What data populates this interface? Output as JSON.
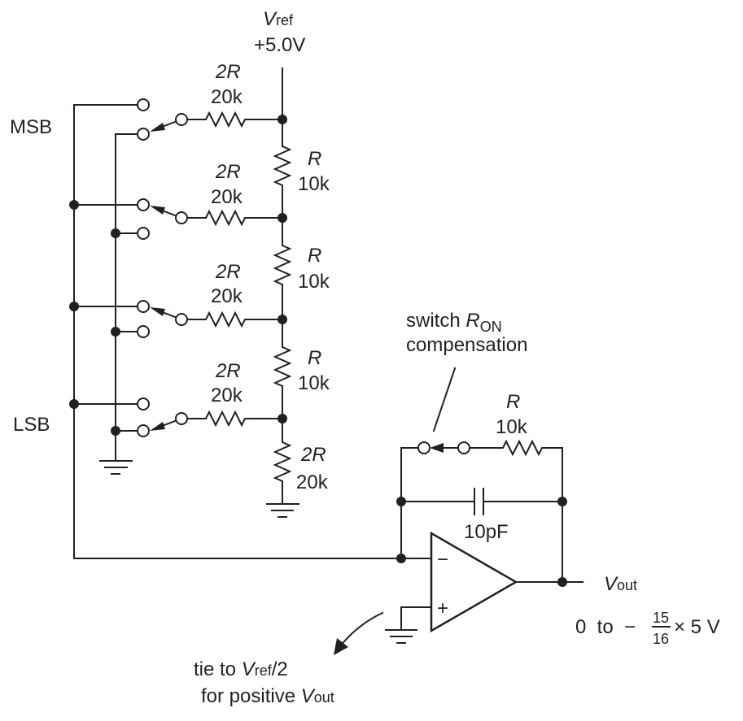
{
  "title": "4-bit R-2R ladder DAC with current-steering switches and inverting op-amp output",
  "reference": {
    "symbol": "V",
    "subscript": "ref",
    "voltage": "+5.0V"
  },
  "bit_labels": {
    "msb": "MSB",
    "lsb": "LSB"
  },
  "ladder": {
    "branch_resistors": [
      {
        "name": "2R",
        "value": "20k"
      },
      {
        "name": "2R",
        "value": "20k"
      },
      {
        "name": "2R",
        "value": "20k"
      },
      {
        "name": "2R",
        "value": "20k"
      }
    ],
    "series_resistors": [
      {
        "name": "R",
        "value": "10k"
      },
      {
        "name": "R",
        "value": "10k"
      },
      {
        "name": "R",
        "value": "10k"
      }
    ],
    "termination_resistor": {
      "name": "2R",
      "value": "20k"
    }
  },
  "feedback": {
    "annotation_line1_prefix": "switch ",
    "annotation_symbol": "R",
    "annotation_subscript": "ON",
    "annotation_line2": "compensation",
    "resistor": {
      "name": "R",
      "value": "10k"
    },
    "capacitor": {
      "value": "10pF"
    }
  },
  "opamp": {
    "inverting": "−",
    "noninverting": "+"
  },
  "output": {
    "symbol": "V",
    "subscript": "out",
    "range_prefix": "0  to  −",
    "fraction_num": "15",
    "fraction_den": "16",
    "range_suffix": "× 5 V"
  },
  "note": {
    "line1_prefix": "tie to ",
    "line1_symbol": "V",
    "line1_subscript": "ref",
    "line1_suffix": "/2",
    "line2_prefix": "for positive ",
    "line2_symbol": "V",
    "line2_subscript": "out"
  }
}
